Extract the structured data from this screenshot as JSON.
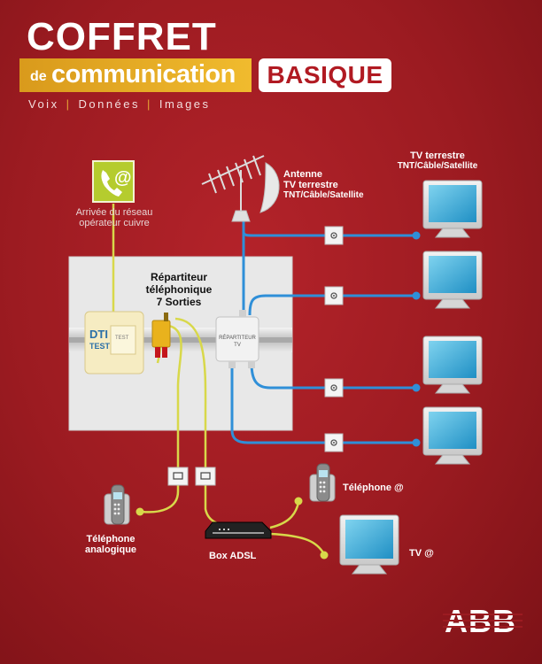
{
  "header": {
    "title": "COFFRET",
    "subtitle_prefix": "de",
    "subtitle_main": "communication",
    "badge": "BASIQUE",
    "tagline": [
      "Voix",
      "Données",
      "Images"
    ]
  },
  "labels": {
    "network_arrival_line1": "Arrivée du réseau",
    "network_arrival_line2": "opérateur cuivre",
    "antenna_line1": "Antenne",
    "antenna_line2": "TV terrestre",
    "antenna_line3": "TNT/Câble/Satellite",
    "tv_terrestre_line1": "TV terrestre",
    "tv_terrestre_line2": "TNT/Câble/Satellite",
    "repartiteur_tel_line1": "Répartiteur",
    "repartiteur_tel_line2": "téléphonique",
    "repartiteur_tel_line3": "7 Sorties",
    "dti": "DTI",
    "dti_test": "TEST",
    "dti_small_test": "TEST",
    "repartiteur_tv_line1": "RÉPARTITEUR",
    "repartiteur_tv_line2": "TV",
    "phone_analog_line1": "Téléphone",
    "phone_analog_line2": "analogique",
    "box_adsl": "Box ADSL",
    "phone_ip": "Téléphone @",
    "tv_ip": "TV @",
    "at_symbol": "@",
    "brand": "ABB"
  },
  "colors": {
    "background": "#9c1b21",
    "accent_orange": "#e7a536",
    "phone_line": "#d8d84a",
    "coax_line": "#2f8fd8",
    "badge_text": "#b11a22",
    "panel": "#e6e6e6"
  }
}
